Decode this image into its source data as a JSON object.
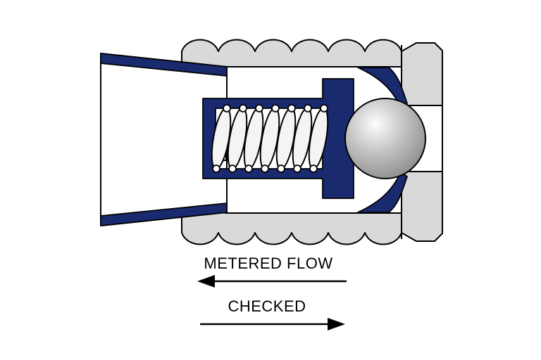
{
  "diagram": {
    "labels": {
      "metered_flow": "METERED FLOW",
      "checked": "CHECKED"
    },
    "arrows": {
      "metered_flow_direction": "left",
      "checked_direction": "right"
    },
    "colors": {
      "background": "#ffffff",
      "body_gray": "#d9d9d9",
      "seal_navy": "#1a2a6e",
      "outline": "#000000",
      "ball_highlight": "#fdfdfd",
      "ball_mid": "#c4c4c4",
      "ball_shadow": "#858585"
    }
  }
}
